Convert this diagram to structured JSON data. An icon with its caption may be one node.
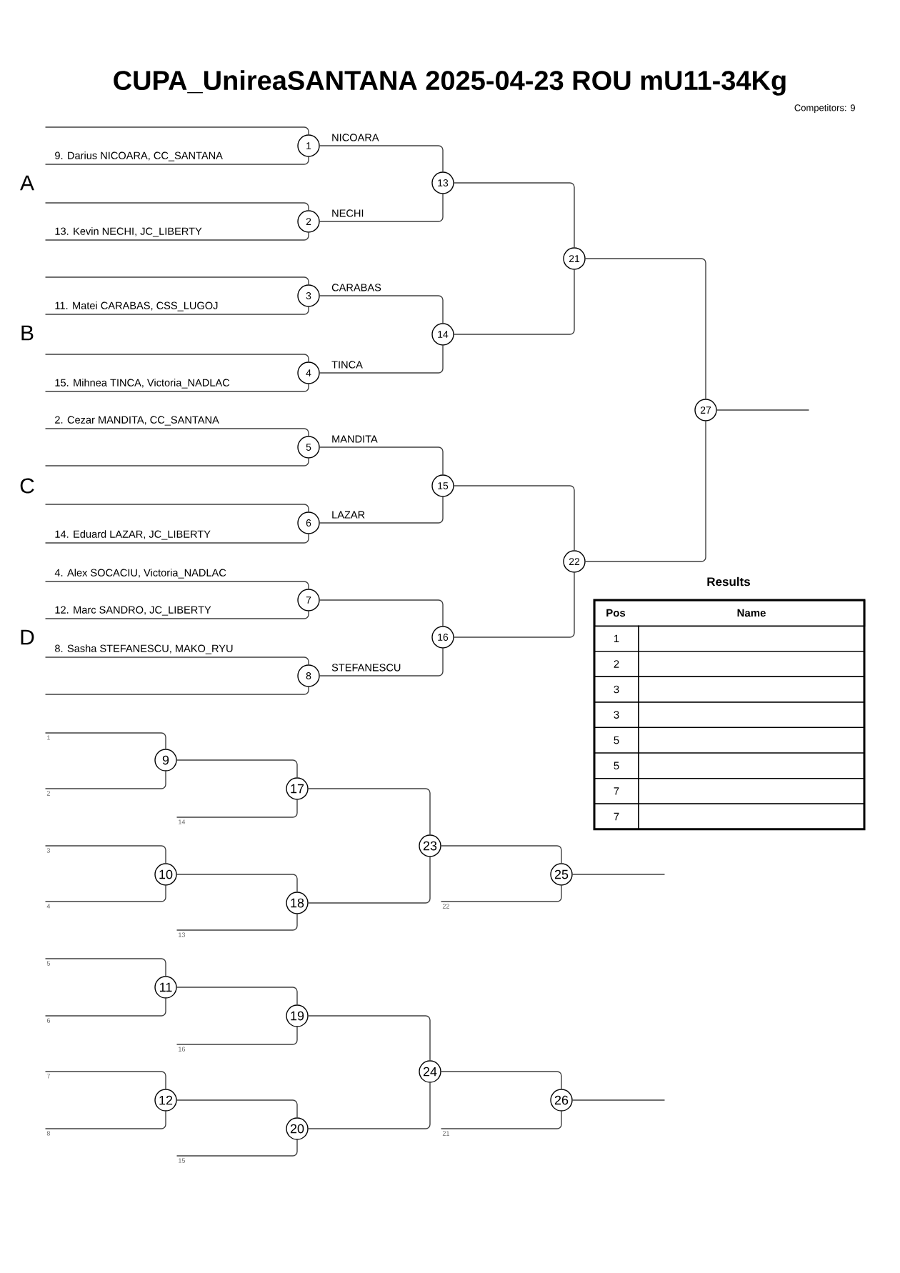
{
  "diagram": {
    "title": "CUPA_UnireaSANTANA 2025-04-23 ROU mU11-34Kg",
    "nodes": [
      {
        "text": [
          "1"
        ]
      },
      {
        "text": [
          "2"
        ]
      },
      {
        "text": [
          "3"
        ]
      },
      {
        "text": [
          "4"
        ]
      },
      {
        "text": [
          "5"
        ]
      },
      {
        "text": [
          "6"
        ]
      },
      {
        "text": [
          "7"
        ]
      },
      {
        "text": [
          "8"
        ]
      },
      {
        "text": [
          "9"
        ]
      },
      {
        "text": [
          "10"
        ]
      },
      {
        "text": [
          "11"
        ]
      },
      {
        "text": [
          "12"
        ]
      },
      {
        "text": [
          "13"
        ]
      },
      {
        "text": [
          "14"
        ]
      },
      {
        "text": [
          "15"
        ]
      },
      {
        "text": [
          "16"
        ]
      },
      {
        "text": [
          "17"
        ]
      },
      {
        "text": [
          "18"
        ]
      },
      {
        "text": [
          "19"
        ]
      },
      {
        "text": [
          "20"
        ]
      },
      {
        "text": [
          "21"
        ]
      },
      {
        "text": [
          "22"
        ]
      },
      {
        "text": [
          "23"
        ]
      },
      {
        "text": [
          "24"
        ]
      },
      {
        "text": [
          "25"
        ]
      },
      {
        "text": [
          "26"
        ]
      },
      {
        "text": [
          "27"
        ]
      }
    ],
    "edges": [
      {
        "from": null,
        "to": 0,
        "arrow": "none"
      },
      {
        "from": null,
        "to": 0,
        "arrow": "none",
        "label": "9. Darius NICOARA, CC_SANTANA"
      },
      {
        "from": null,
        "to": 1,
        "arrow": "none"
      },
      {
        "from": null,
        "to": 1,
        "arrow": "none",
        "label": "13. Kevin NECHI, JC_LIBERTY"
      },
      {
        "from": null,
        "to": 2,
        "arrow": "none"
      },
      {
        "from": null,
        "to": 2,
        "arrow": "none",
        "label": "11. Matei CARABAS, CSS_LUGOJ"
      },
      {
        "from": null,
        "to": 3,
        "arrow": "none"
      },
      {
        "from": null,
        "to": 3,
        "arrow": "none",
        "label": "15. Mihnea TINCA, Victoria_NADLAC"
      },
      {
        "from": null,
        "to": 4,
        "arrow": "none",
        "label": "2. Cezar MANDITA, CC_SANTANA"
      },
      {
        "from": null,
        "to": 4,
        "arrow": "none"
      },
      {
        "from": null,
        "to": 5,
        "arrow": "none"
      },
      {
        "from": null,
        "to": 5,
        "arrow": "none",
        "label": "14. Eduard LAZAR, JC_LIBERTY"
      },
      {
        "from": null,
        "to": 6,
        "arrow": "none",
        "label": "4. Alex SOCACIU, Victoria_NADLAC"
      },
      {
        "from": null,
        "to": 6,
        "arrow": "none",
        "label": "12. Marc SANDRO, JC_LIBERTY"
      },
      {
        "from": null,
        "to": 7,
        "arrow": "none",
        "label": "8. Sasha STEFANESCU, MAKO_RYU"
      },
      {
        "from": null,
        "to": 7,
        "arrow": "none"
      },
      {
        "from": 0,
        "to": 12,
        "arrow": "none",
        "label": "NICOARA"
      },
      {
        "from": 1,
        "to": 12,
        "arrow": "none",
        "label": "NECHI"
      },
      {
        "from": 2,
        "to": 13,
        "arrow": "none",
        "label": "CARABAS"
      },
      {
        "from": 3,
        "to": 13,
        "arrow": "none",
        "label": "TINCA"
      },
      {
        "from": 4,
        "to": 14,
        "arrow": "none",
        "label": "MANDITA"
      },
      {
        "from": 5,
        "to": 14,
        "arrow": "none",
        "label": "LAZAR"
      },
      {
        "from": 6,
        "to": 15,
        "arrow": "none"
      },
      {
        "from": 7,
        "to": 15,
        "arrow": "none",
        "label": "STEFANESCU"
      },
      {
        "from": 12,
        "to": 20,
        "arrow": "none"
      },
      {
        "from": 13,
        "to": 20,
        "arrow": "none"
      },
      {
        "from": 14,
        "to": 21,
        "arrow": "none"
      },
      {
        "from": 15,
        "to": 21,
        "arrow": "none"
      },
      {
        "from": 20,
        "to": 26,
        "arrow": "none"
      },
      {
        "from": 21,
        "to": 26,
        "arrow": "none"
      },
      {
        "from": 26,
        "to": null,
        "arrow": "none"
      },
      {
        "from": null,
        "to": 8,
        "arrow": "none",
        "label": "1"
      },
      {
        "from": null,
        "to": 8,
        "arrow": "none",
        "label": "2"
      },
      {
        "from": 8,
        "to": 16,
        "arrow": "none"
      },
      {
        "from": null,
        "to": 16,
        "arrow": "none",
        "label": "14"
      },
      {
        "from": null,
        "to": 9,
        "arrow": "none",
        "label": "3"
      },
      {
        "from": null,
        "to": 9,
        "arrow": "none",
        "label": "4"
      },
      {
        "from": 9,
        "to": 17,
        "arrow": "none"
      },
      {
        "from": null,
        "to": 17,
        "arrow": "none",
        "label": "13"
      },
      {
        "from": 16,
        "to": 22,
        "arrow": "none"
      },
      {
        "from": 17,
        "to": 22,
        "arrow": "none"
      },
      {
        "from": 22,
        "to": 24,
        "arrow": "none"
      },
      {
        "from": null,
        "to": 24,
        "arrow": "none",
        "label": "22"
      },
      {
        "from": 24,
        "to": null,
        "arrow": "none"
      },
      {
        "from": null,
        "to": 10,
        "arrow": "none",
        "label": "5"
      },
      {
        "from": null,
        "to": 10,
        "arrow": "none",
        "label": "6"
      },
      {
        "from": 10,
        "to": 18,
        "arrow": "none"
      },
      {
        "from": null,
        "to": 18,
        "arrow": "none",
        "label": "16"
      },
      {
        "from": null,
        "to": 11,
        "arrow": "none",
        "label": "7"
      },
      {
        "from": null,
        "to": 11,
        "arrow": "none",
        "label": "8"
      },
      {
        "from": 11,
        "to": 19,
        "arrow": "none"
      },
      {
        "from": null,
        "to": 19,
        "arrow": "none",
        "label": "15"
      },
      {
        "from": 18,
        "to": 23,
        "arrow": "none"
      },
      {
        "from": 19,
        "to": 23,
        "arrow": "none"
      },
      {
        "from": 23,
        "to": 25,
        "arrow": "none"
      },
      {
        "from": null,
        "to": 25,
        "arrow": "none",
        "label": "21"
      },
      {
        "from": 25,
        "to": null,
        "arrow": "none"
      }
    ],
    "labels": [
      "Competitors: 9",
      "A",
      "B",
      "C",
      "D",
      "Results",
      "Pos",
      "Name",
      "1",
      "2",
      "3",
      "3",
      "5",
      "5",
      "7",
      "7"
    ]
  }
}
